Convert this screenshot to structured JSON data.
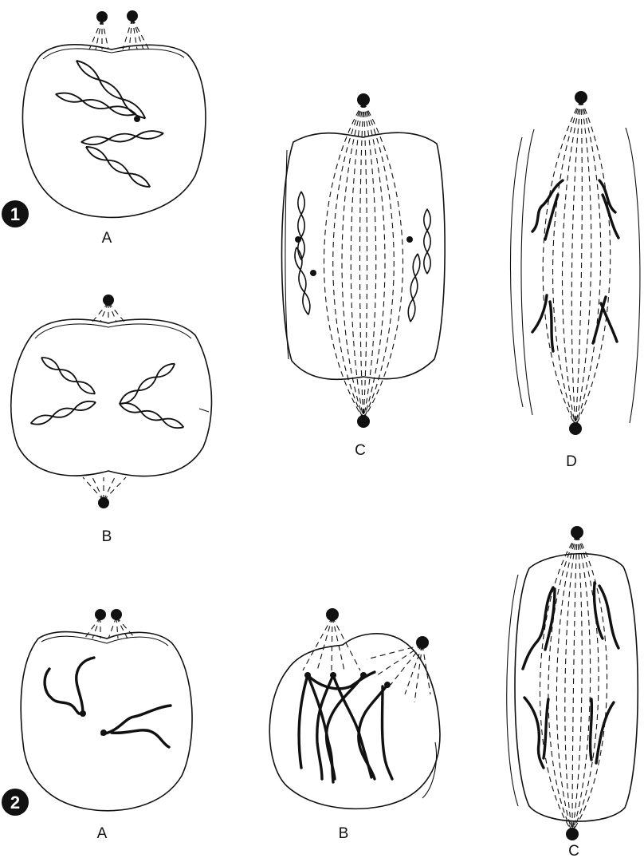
{
  "figure_1": {
    "number": "1",
    "panels": {
      "a": "A",
      "b": "B",
      "c": "C",
      "d": "D"
    }
  },
  "figure_2": {
    "number": "2",
    "panels": {
      "a": "A",
      "b": "B",
      "c": "C"
    }
  }
}
